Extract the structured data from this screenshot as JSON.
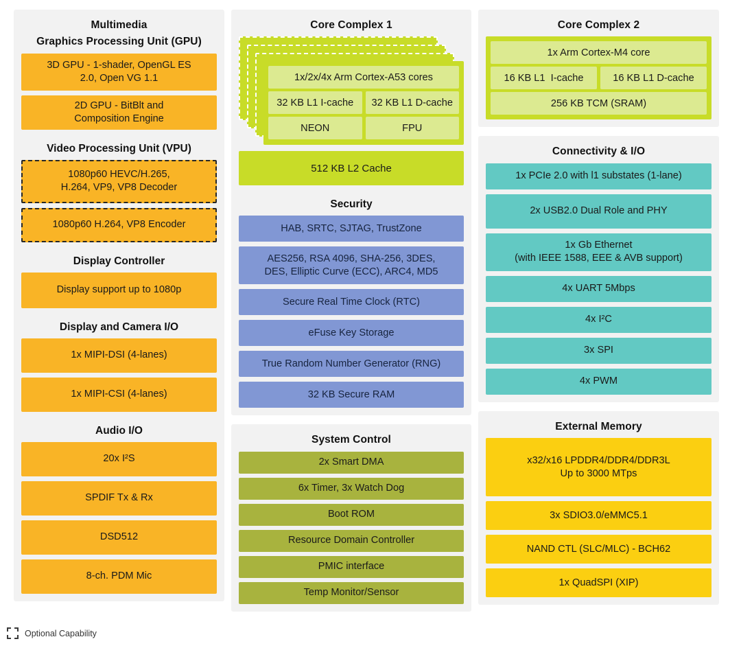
{
  "diagram": {
    "legend": {
      "swatch_name": "dashed-square-icon",
      "label": "Optional Capability"
    }
  },
  "multimedia": {
    "title": "Multimedia",
    "gpu_title": "Graphics Processing Unit (GPU)",
    "gpu_blocks": [
      "3D GPU - 1-shader, OpenGL ES\n2.0, Open VG 1.1",
      "2D GPU - BitBlt and\nComposition Engine"
    ],
    "vpu_title": "Video Processing Unit (VPU)",
    "vpu_blocks": [
      "1080p60 HEVC/H.265,\nH.264, VP9, VP8 Decoder",
      "1080p60 H.264, VP8 Encoder"
    ],
    "display_controller_title": "Display Controller",
    "display_controller_blocks": [
      "Display support up to 1080p"
    ],
    "display_camera_title": "Display and Camera I/O",
    "display_camera_blocks": [
      "1x MIPI-DSI (4-lanes)",
      "1x MIPI-CSI (4-lanes)"
    ],
    "audio_title": "Audio I/O",
    "audio_blocks": [
      "20x I²S",
      "SPDIF Tx & Rx",
      "DSD512",
      "8-ch. PDM Mic"
    ]
  },
  "core_complex_1": {
    "title": "Core Complex 1",
    "stack_count": 4,
    "cells": {
      "cores": "1x/2x/4x Arm Cortex-A53 cores",
      "l1i": "32 KB L1 I-cache",
      "l1d": "32 KB L1 D-cache",
      "neon": "NEON",
      "fpu": "FPU"
    },
    "l2_cache": "512 KB L2 Cache"
  },
  "security": {
    "title": "Security",
    "blocks": [
      "HAB, SRTC, SJTAG, TrustZone",
      "AES256, RSA 4096, SHA-256, 3DES,\nDES, Elliptic Curve (ECC), ARC4, MD5",
      "Secure Real Time Clock (RTC)",
      "eFuse Key Storage",
      "True Random Number Generator (RNG)",
      "32 KB Secure RAM"
    ]
  },
  "system_control": {
    "title": "System Control",
    "blocks": [
      "2x Smart DMA",
      "6x Timer, 3x Watch Dog",
      "Boot ROM",
      "Resource Domain Controller",
      "PMIC interface",
      "Temp Monitor/Sensor"
    ]
  },
  "core_complex_2": {
    "title": "Core Complex 2",
    "cells": {
      "core": "1x Arm Cortex-M4 core",
      "l1i": "16 KB L1  I-cache",
      "l1d": "16 KB L1 D-cache",
      "tcm": "256 KB TCM (SRAM)"
    }
  },
  "connectivity": {
    "title": "Connectivity & I/O",
    "blocks": [
      "1x PCIe 2.0 with l1 substates (1-lane)",
      "2x USB2.0 Dual Role and PHY",
      "1x Gb Ethernet\n(with IEEE 1588, EEE & AVB support)",
      "4x UART 5Mbps",
      "4x I²C",
      "3x SPI",
      "4x PWM"
    ]
  },
  "external_memory": {
    "title": "External Memory",
    "blocks": [
      "x32/x16 LPDDR4/DDR4/DDR3L\nUp to 3000 MTps",
      "3x SDIO3.0/eMMC5.1",
      "NAND CTL (SLC/MLC) - BCH62",
      "1x QuadSPI (XIP)"
    ]
  },
  "colors": {
    "panel_bg": "#f2f2f2",
    "orange": "#f9b426",
    "green_dark": "#c8dc28",
    "green_light": "#dcea91",
    "blue": "#8197d4",
    "olive": "#a8b33e",
    "teal": "#62c9c3",
    "yellow": "#fbcf11"
  }
}
